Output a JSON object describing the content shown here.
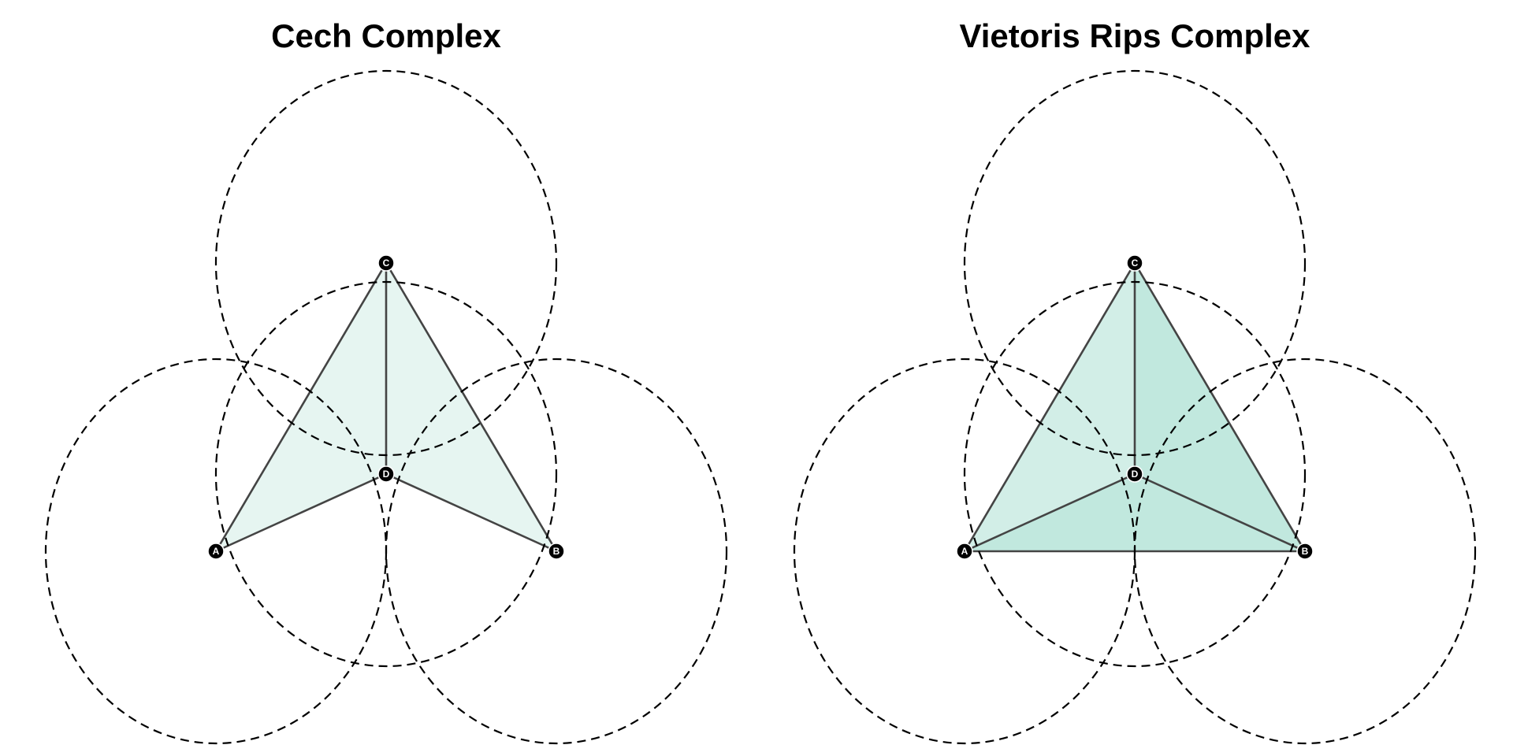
{
  "panels": [
    {
      "title": "Cech Complex",
      "vertices": [
        {
          "label": "A"
        },
        {
          "label": "B"
        },
        {
          "label": "C"
        },
        {
          "label": "D"
        }
      ],
      "edges": [
        [
          "A",
          "D"
        ],
        [
          "B",
          "D"
        ],
        [
          "C",
          "D"
        ],
        [
          "A",
          "C"
        ],
        [
          "B",
          "C"
        ]
      ],
      "triangles": [
        [
          "A",
          "C",
          "D"
        ],
        [
          "B",
          "C",
          "D"
        ]
      ]
    },
    {
      "title": "Vietoris Rips Complex",
      "vertices": [
        {
          "label": "A"
        },
        {
          "label": "B"
        },
        {
          "label": "C"
        },
        {
          "label": "D"
        }
      ],
      "edges": [
        [
          "A",
          "D"
        ],
        [
          "B",
          "D"
        ],
        [
          "C",
          "D"
        ],
        [
          "A",
          "C"
        ],
        [
          "B",
          "C"
        ],
        [
          "A",
          "B"
        ]
      ],
      "triangles": [
        [
          "A",
          "C",
          "D"
        ],
        [
          "B",
          "C",
          "D"
        ],
        [
          "A",
          "B",
          "D"
        ]
      ]
    }
  ],
  "colors": {
    "fill_light": "#e6f5f1",
    "fill_medium": "#d2eee7",
    "fill_dark": "#c1e8de",
    "edge": "#444444",
    "ball_stroke": "#000000"
  }
}
